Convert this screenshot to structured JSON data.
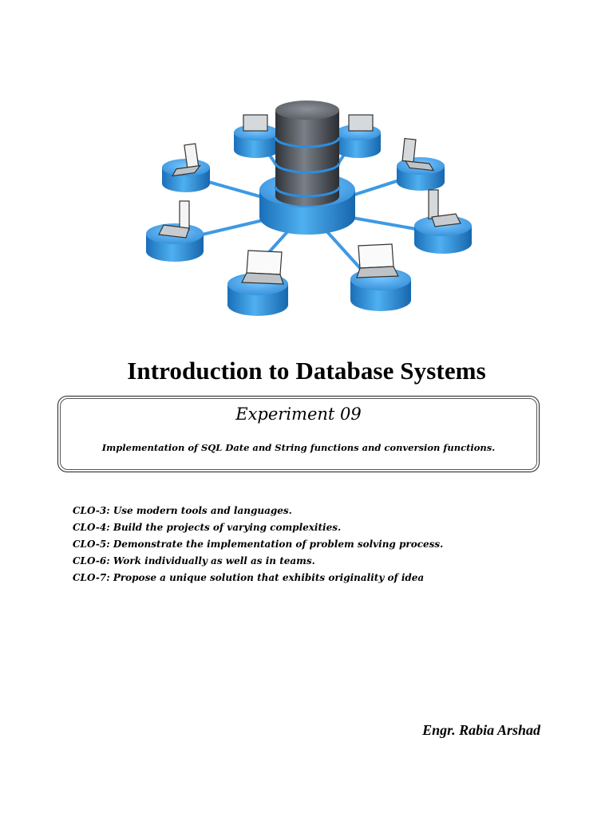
{
  "hero_image": {
    "icon": "database-network-icon"
  },
  "title": "Introduction to Database Systems",
  "experiment": {
    "title": "Experiment 09",
    "description": "Implementation of SQL Date and String functions and conversion functions."
  },
  "clos": [
    "CLO-3: Use modern tools and languages.",
    "CLO-4: Build the projects of varying complexities.",
    "CLO-5: Demonstrate the implementation of problem solving process.",
    "CLO-6: Work individually as well as in teams.",
    "CLO-7: Propose a unique solution that exhibits originality of idea"
  ],
  "author": "Engr. Rabia Arshad",
  "colors": {
    "node_blue": "#2f8fd8",
    "server_grey": "#555a60"
  }
}
